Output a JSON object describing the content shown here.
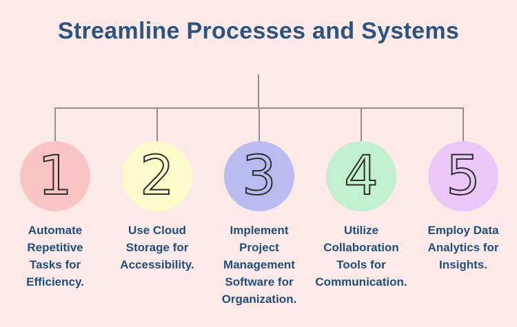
{
  "title": "Streamline Processes and Systems",
  "colors": {
    "background": "#fdeae8",
    "title_text": "#2b5481",
    "body_text": "#1d4e7e",
    "connector_line": "#968b8b",
    "number_outline": "#2b2b2b"
  },
  "steps": [
    {
      "number": "1",
      "circle_color": "#f8c5c4",
      "label": "Automate\nRepetitive\nTasks for\nEfficiency."
    },
    {
      "number": "2",
      "circle_color": "#fafbc8",
      "label": "Use Cloud\nStorage for\nAccessibility."
    },
    {
      "number": "3",
      "circle_color": "#babcf1",
      "label": "Implement\nProject\nManagement\nSoftware for\nOrganization."
    },
    {
      "number": "4",
      "circle_color": "#c2f0cf",
      "label": "Utilize\nCollaboration\nTools for\nCommunication."
    },
    {
      "number": "5",
      "circle_color": "#eac7f7",
      "label": "Employ Data\nAnalytics for\nInsights."
    }
  ]
}
